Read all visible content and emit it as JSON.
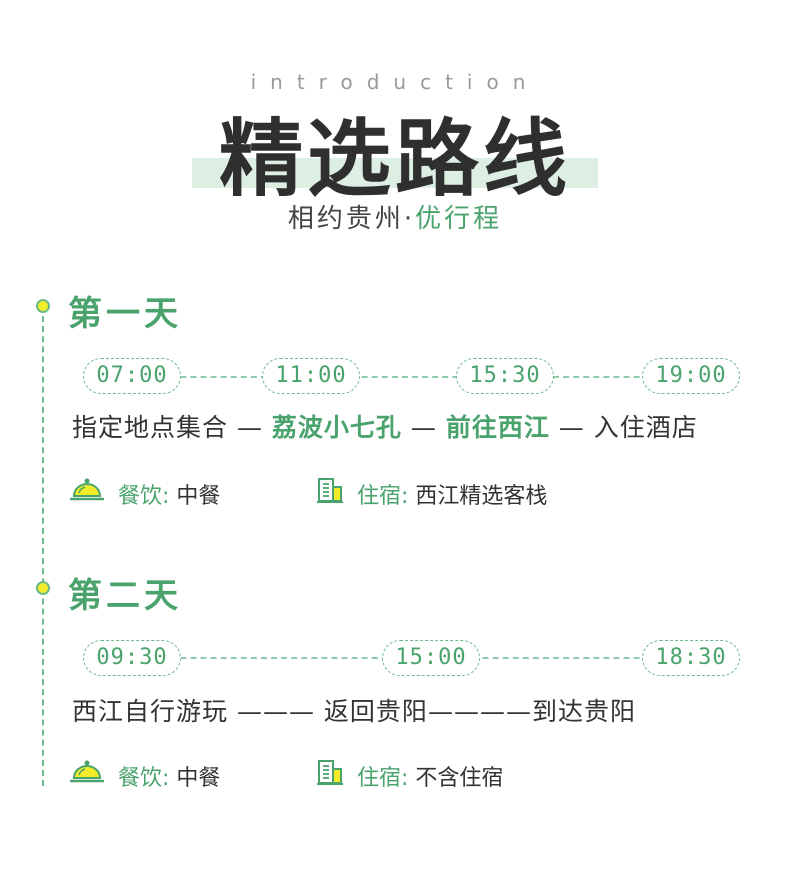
{
  "header": {
    "intro": "introduction",
    "title": "精选路线",
    "subtitle_main": "相约贵州·",
    "subtitle_accent": "优行程"
  },
  "days": [
    {
      "title": "第一天",
      "times": [
        "07:00",
        "11:00",
        "15:30",
        "19:00"
      ],
      "route": {
        "stop1": "指定地点集合",
        "sep1": " — ",
        "stop2": "荔波小七孔",
        "sep2": " — ",
        "stop3": "前往西江",
        "sep3": " — ",
        "stop4": "入住酒店"
      },
      "meal_label": "餐饮:",
      "meal_value": "中餐",
      "stay_label": "住宿:",
      "stay_value": "西江精选客栈"
    },
    {
      "title": "第二天",
      "times": [
        "09:30",
        "15:00",
        "18:30"
      ],
      "route": {
        "stop1": "西江自行游玩",
        "sep1": " ——— ",
        "stop2": "返回贵阳",
        "sep2": "————",
        "stop3": "到达贵阳"
      },
      "meal_label": "餐饮:",
      "meal_value": "中餐",
      "stay_label": "住宿:",
      "stay_value": "不含住宿"
    }
  ],
  "icons": {
    "meal": "food-cloche-icon",
    "stay": "building-icon"
  },
  "colors": {
    "accent": "#4aa36c",
    "dot": "#f2ec2a",
    "title_band": "#dcefe2"
  }
}
